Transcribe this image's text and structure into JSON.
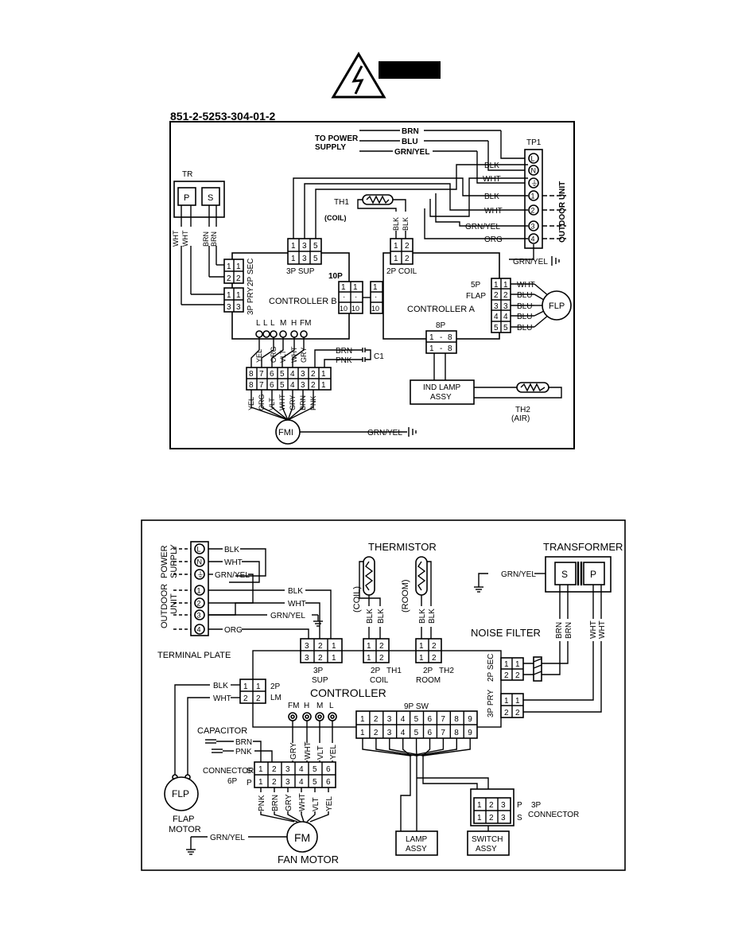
{
  "warning": {
    "icon": "high-voltage-warning-icon",
    "label_box_color": "#000000"
  },
  "top": {
    "title": "851-2-5253-304-01-2",
    "to_power_supply": [
      "TO POWER",
      "SUPPLY"
    ],
    "supply_wires": [
      "BRN",
      "BLU",
      "GRN/YEL"
    ],
    "tp1": "TP1",
    "outdoor_unit": "OUTDOOR UNIT",
    "terminal_marks": [
      "L",
      "N",
      "⏚",
      "1",
      "2",
      "3",
      "4"
    ],
    "terminal_wires": [
      "BLK",
      "WHT",
      "BLK",
      "WHT",
      "GRN/YEL",
      "ORG"
    ],
    "ground_label": "GRN/YEL",
    "tr": "TR",
    "tr_p": "P",
    "tr_s": "S",
    "tr_wires": [
      "WHT",
      "WHT",
      "BRN",
      "BRN"
    ],
    "th1": "TH1",
    "coil": "(COIL)",
    "th1_wires": [
      "BLK",
      "BLK"
    ],
    "sec": "2P SEC",
    "pry": "3P PRY",
    "sup": "3P SUP",
    "sup_pins": [
      "1",
      "3",
      "5"
    ],
    "coil_conn": "2P COIL",
    "coil_pins": [
      "1",
      "2"
    ],
    "conn_10p": "10P",
    "controller_b": "CONTROLLER B",
    "controller_a": "CONTROLLER A",
    "flap": [
      "5P",
      "FLAP"
    ],
    "flap_wires": [
      "WHT",
      "BLU",
      "BLU",
      "BLU",
      "BLU"
    ],
    "flp": "FLP",
    "fan_pins_top": [
      "L",
      "L",
      "L",
      "M",
      "H",
      "FM"
    ],
    "fan_wires_top": [
      "YEL",
      "ORG",
      "VLT",
      "WHT",
      "GRY"
    ],
    "cap_wires": [
      "BRN",
      "PNK"
    ],
    "c1": "C1",
    "conn8": [
      "8",
      "7",
      "6",
      "5",
      "4",
      "3",
      "2",
      "1"
    ],
    "fan_wires_bottom": [
      "YEL",
      "ORG",
      "VLT",
      "WHT",
      "GRY",
      "BRN",
      "PNK"
    ],
    "fm": "FMI",
    "fm_ground": "GRN/YEL",
    "conn_8p": "8P",
    "conn_8p_pins": [
      "1",
      "8"
    ],
    "ind_lamp": [
      "IND LAMP",
      "ASSY"
    ],
    "th2": [
      "TH2",
      "(AIR)"
    ]
  },
  "bottom": {
    "power_supply": [
      "POWER",
      "SUPPLY"
    ],
    "outdoor_unit": [
      "OUTDOOR",
      "UNIT"
    ],
    "terminal_marks": [
      "L",
      "N",
      "⏚",
      "1",
      "2",
      "3",
      "4"
    ],
    "terminal_wires": [
      "BLK",
      "WHT",
      "GRN/YEL",
      "BLK",
      "WHT",
      "GRN/YEL",
      "ORG"
    ],
    "terminal_plate": "TERMINAL PLATE",
    "thermistor": "THERMISTOR",
    "coil": "(COIL)",
    "room": "(ROOM)",
    "th_wires": [
      "BLK",
      "BLK",
      "BLK",
      "BLK"
    ],
    "transformer": "TRANSFORMER",
    "tr_s": "S",
    "tr_p": "P",
    "tr_ground": "GRN/YEL",
    "tr_wires": [
      "BRN",
      "BRN",
      "WHT",
      "WHT"
    ],
    "noise_filter": "NOISE FILTER",
    "sup_pins": [
      "3",
      "2",
      "1"
    ],
    "sup": [
      "3P",
      "SUP"
    ],
    "coil_conn": [
      "2P",
      "COIL",
      "TH1"
    ],
    "room_conn": [
      "2P",
      "ROOM",
      "TH2"
    ],
    "pair": [
      "1",
      "2"
    ],
    "sec": "2P SEC",
    "pry": "3P PRY",
    "controller": "CONTROLLER",
    "lm_wires": [
      "BLK",
      "WHT"
    ],
    "lm": [
      "2P",
      "LM"
    ],
    "fan_taps": [
      "FM",
      "H",
      "M",
      "L"
    ],
    "conn_9p": "9P SW",
    "nine": [
      "1",
      "2",
      "3",
      "4",
      "5",
      "6",
      "7",
      "8",
      "9"
    ],
    "capacitor": "CAPACITOR",
    "cap_wires": [
      "BRN",
      "PNK"
    ],
    "fan_wires_top": [
      "GRY",
      "WHT",
      "VLT",
      "YEL"
    ],
    "connector_6p": [
      "CONNECTOR",
      "6P"
    ],
    "s": "S",
    "p": "P",
    "six": [
      "1",
      "2",
      "3",
      "4",
      "5",
      "6"
    ],
    "fan_wires_bottom": [
      "PNK",
      "BRN",
      "GRY",
      "WHT",
      "VLT",
      "YEL"
    ],
    "flp": "FLP",
    "flap_motor": [
      "FLAP",
      "MOTOR"
    ],
    "fm": "FM",
    "fan_motor": "FAN MOTOR",
    "fm_ground": "GRN/YEL",
    "three": [
      "1",
      "2",
      "3"
    ],
    "conn_3p": [
      "3P",
      "CONNECTOR"
    ],
    "lamp_assy": [
      "LAMP",
      "ASSY"
    ],
    "switch_assy": [
      "SWITCH",
      "ASSY"
    ]
  }
}
